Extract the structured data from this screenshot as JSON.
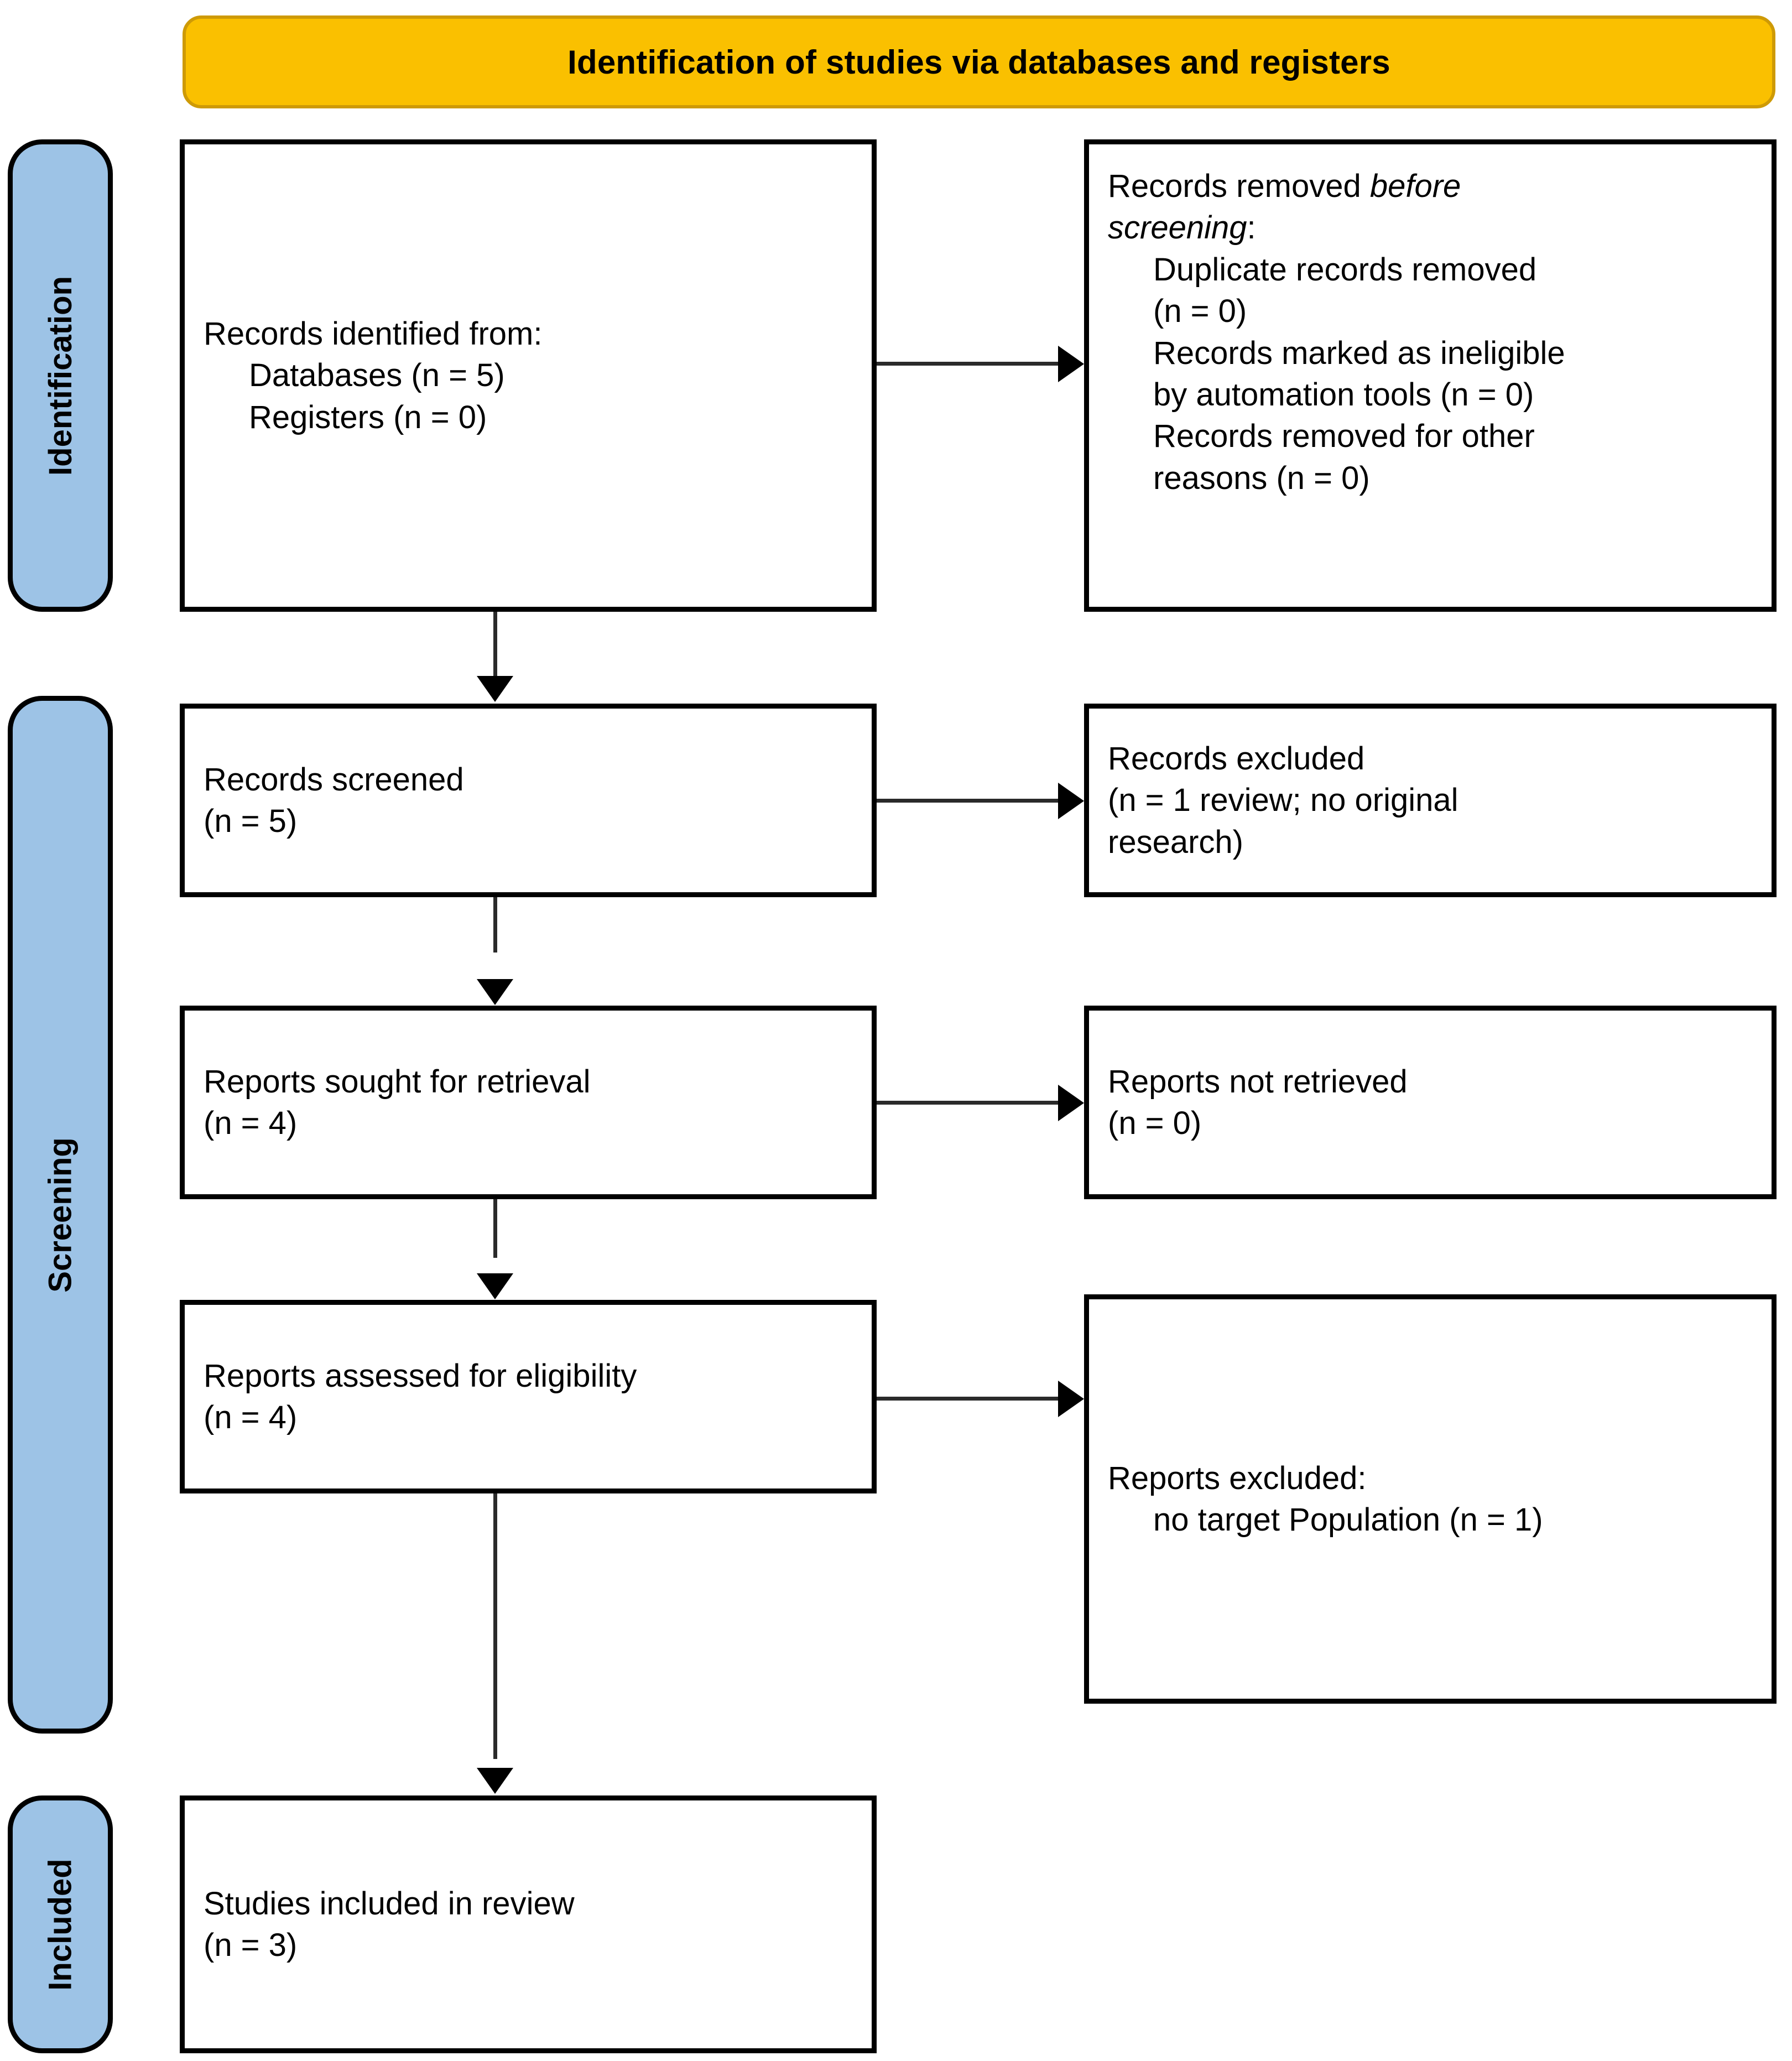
{
  "banner": {
    "title": "Identification of studies via databases and registers"
  },
  "stages": [
    {
      "id": "identification",
      "label": "Identification"
    },
    {
      "id": "screening",
      "label": "Screening"
    },
    {
      "id": "included",
      "label": "Included"
    }
  ],
  "boxes": {
    "records_identified": {
      "line1": "Records identified from:",
      "line2": "Databases (n = 5)",
      "line3": "Registers (n = 0)"
    },
    "records_removed": {
      "line1_prefix": "Records removed ",
      "line1_em": "before",
      "line2_em": "screening",
      "line2_suffix": ":",
      "line3": "Duplicate records removed",
      "line4": "(n = 0)",
      "line5": "Records marked as ineligible",
      "line6": "by automation tools (n = 0)",
      "line7": "Records removed for other",
      "line8": "reasons (n = 0)"
    },
    "records_screened": {
      "line1": "Records screened",
      "line2": "(n = 5)"
    },
    "records_excluded": {
      "line1": "Records excluded",
      "line2": "(n = 1 review; no original",
      "line3": "research)"
    },
    "reports_sought": {
      "line1": "Reports sought for retrieval",
      "line2": "(n = 4)"
    },
    "reports_not_retrieved": {
      "line1": "Reports not retrieved",
      "line2": "(n = 0)"
    },
    "reports_assessed": {
      "line1": "Reports assessed for eligibility",
      "line2": "(n = 4)"
    },
    "reports_excluded": {
      "line1": "Reports excluded:",
      "line2": "no target Population (n = 1)"
    },
    "studies_included": {
      "line1": "Studies included in review",
      "line2": "(n = 3)"
    }
  },
  "colors": {
    "banner_fill": "#FAC000",
    "banner_border": "#CE9A06",
    "stage_fill": "#9DC3E6",
    "box_border": "#000000",
    "box_fill": "#FFFFFF",
    "connector": "#000000"
  }
}
